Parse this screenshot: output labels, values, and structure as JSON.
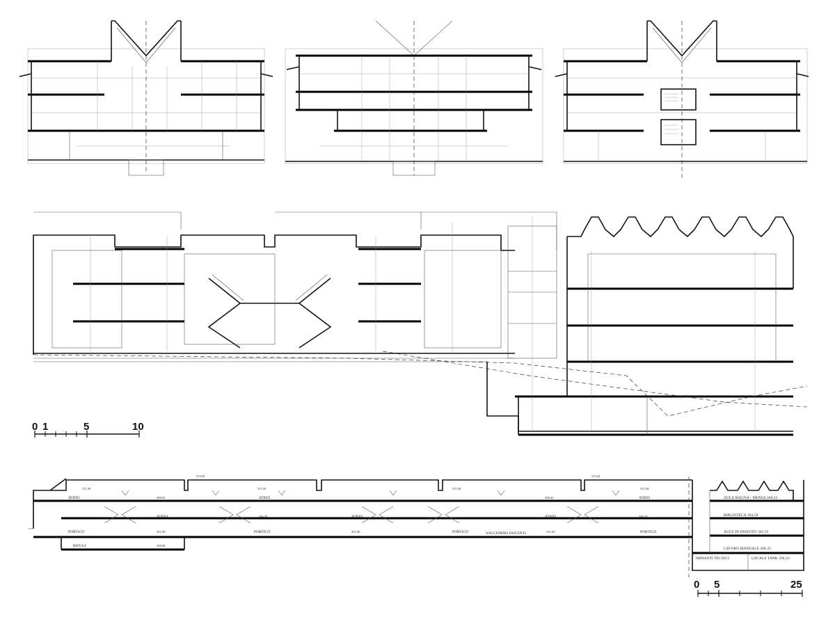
{
  "scale_bar_small": {
    "ticks": [
      "0",
      "1",
      "5",
      "10"
    ]
  },
  "scale_bar_large": {
    "ticks": [
      "0",
      "5",
      "25"
    ]
  },
  "long_section": {
    "rooms": {
      "atrio": "ATRIO",
      "portico": "PORTICO",
      "rifugi": "RIFUGI",
      "soggiorno_docenti": "SOGGIORNO DOCENTI",
      "aula_magna": "AULA MAGNA - MENSA 308,43",
      "biblioteca": "BIBLIOTECA 304,59",
      "aule_disegno": "AULE DI DISEGNO 301,35",
      "lavoro_manuale": "LAVORO MANUALE 298,33",
      "impianti_tecnici": "IMPIANTI TECNICI",
      "locale_tank": "LOCALE TANK 294,23"
    },
    "elevations": {
      "e1": "313,42",
      "e2": "311,94",
      "e3": "311,94",
      "e4": "313,42",
      "e5": "311,94",
      "e6": "311,94",
      "e7": "308,43",
      "e8": "308,43",
      "e9": "304,59",
      "e10": "304,59",
      "e11": "301,90",
      "e12": "301,90",
      "e13": "298,90",
      "e14": "311,94"
    }
  }
}
